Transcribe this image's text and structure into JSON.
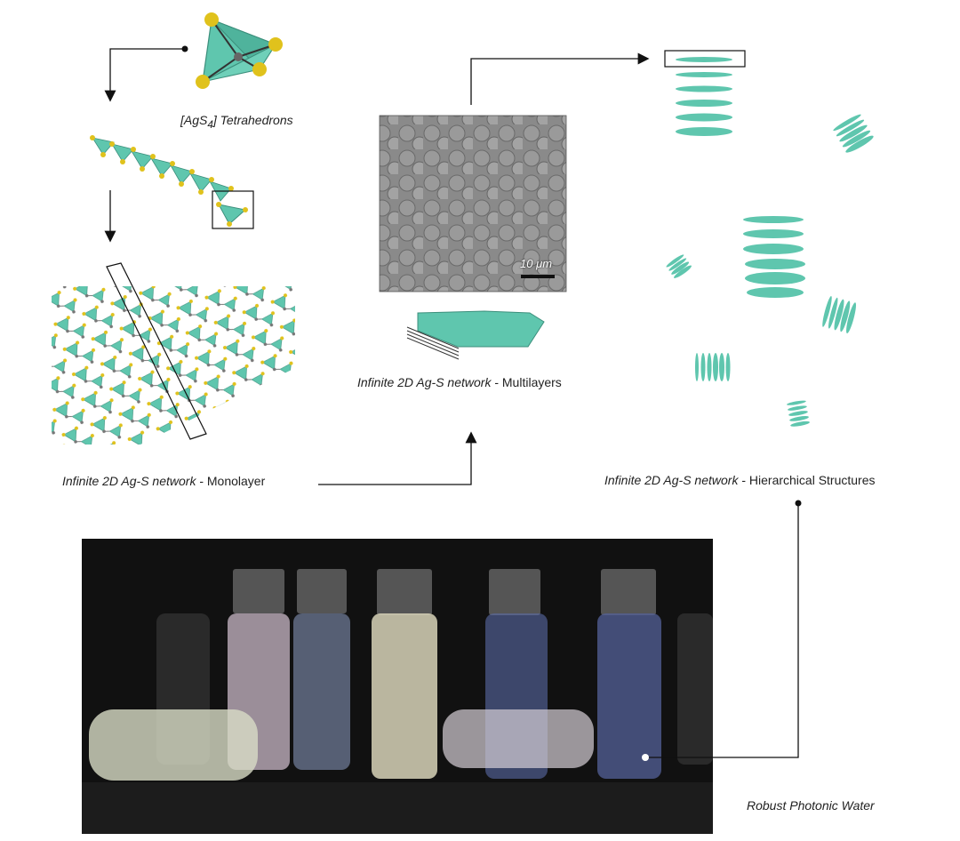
{
  "tetra_label_prefix": "[AgS",
  "tetra_label_sub": "4",
  "tetra_label_suffix": "] Tetrahedrons",
  "mono_label_italic": "Infinite 2D Ag-S network",
  "mono_label_plain": " - Monolayer",
  "multi_label_italic": "Infinite 2D Ag-S network",
  "multi_label_plain": " - Multilayers",
  "hier_label_italic": "Infinite 2D Ag-S network",
  "hier_label_plain": " - Hierarchical Structures",
  "water_label": "Robust Photonic Water",
  "scale_bar_label": "10 μm",
  "colors": {
    "teal": "#5fc6ae",
    "sulfur": "#e0c21c",
    "line": "#111111"
  }
}
